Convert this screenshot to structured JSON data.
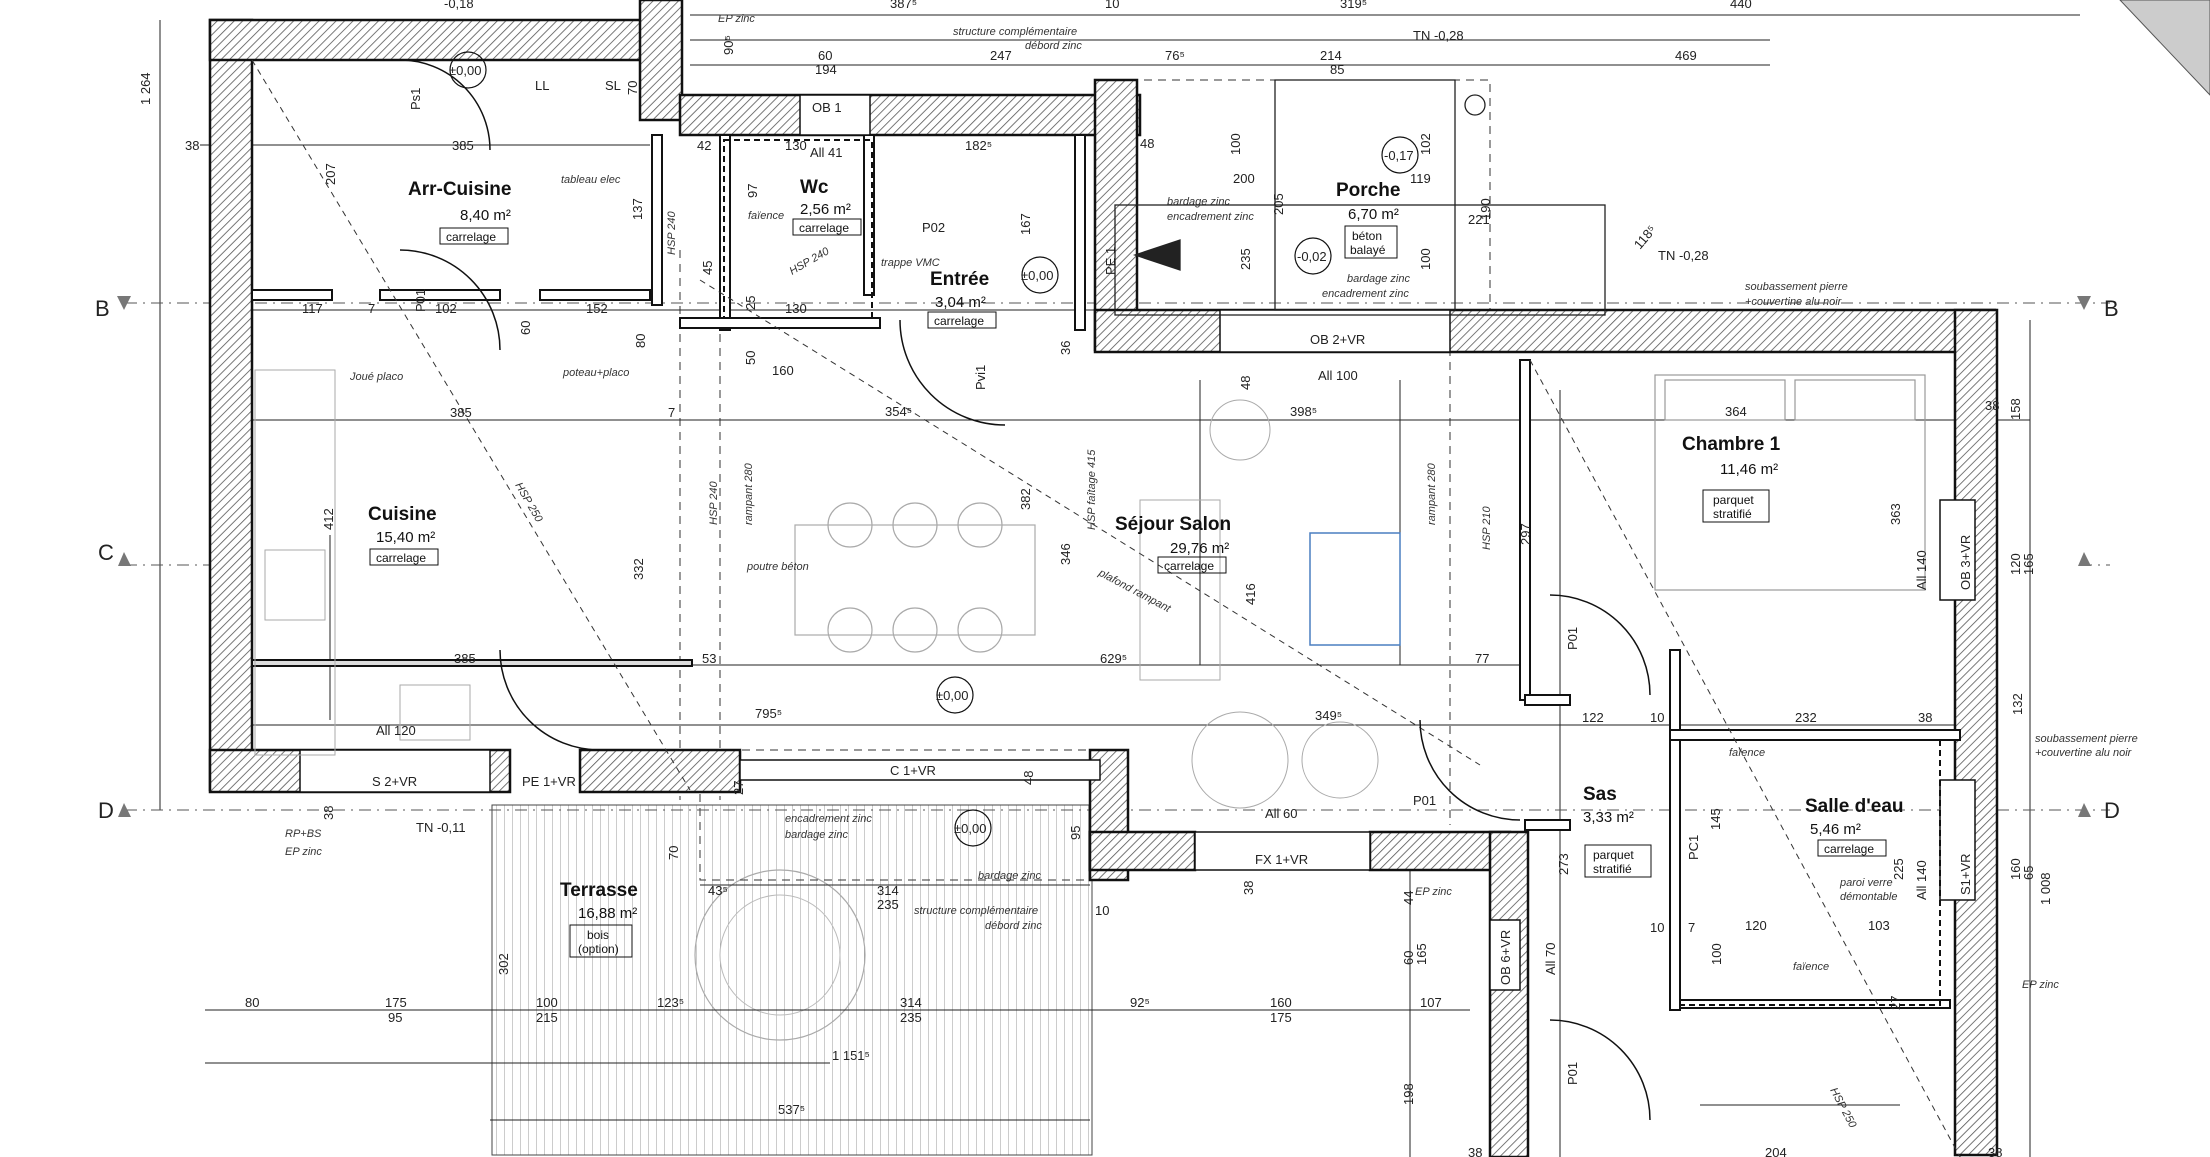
{
  "axes": [
    "B",
    "C",
    "D"
  ],
  "rooms": {
    "arr_cuisine": {
      "name": "Arr-Cuisine",
      "area": "8,40 m²",
      "floor": "carrelage"
    },
    "wc": {
      "name": "Wc",
      "area": "2,56 m²",
      "floor": "carrelage"
    },
    "entree": {
      "name": "Entrée",
      "area": "3,04 m²",
      "floor": "carrelage"
    },
    "porche": {
      "name": "Porche",
      "area": "6,70 m²",
      "floor_l1": "béton",
      "floor_l2": "balayé"
    },
    "cuisine": {
      "name": "Cuisine",
      "area": "15,40 m²",
      "floor": "carrelage"
    },
    "sejour": {
      "name": "Séjour Salon",
      "area": "29,76 m²",
      "floor": "carrelage"
    },
    "chambre": {
      "name": "Chambre 1",
      "area": "11,46 m²",
      "floor_l1": "parquet",
      "floor_l2": "stratifié"
    },
    "sas": {
      "name": "Sas",
      "area": "3,33 m²",
      "floor_l1": "parquet",
      "floor_l2": "stratifié"
    },
    "sdb": {
      "name": "Salle d'eau",
      "area": "5,46 m²",
      "floor": "carrelage"
    },
    "terrasse": {
      "name": "Terrasse",
      "area": "16,88 m²",
      "floor_l1": "bois",
      "floor_l2": "(option)"
    }
  },
  "levels": {
    "l0": "±0,00",
    "l1": "±0,00",
    "l2": "±0,00",
    "l3": "±0,00",
    "l4": "-0,17",
    "l5": "-0,02",
    "l6": "-0,18",
    "tn1": "TN -0,28",
    "tn2": "TN -0,28",
    "tn3": "TN -0,11"
  },
  "openings": {
    "ob1": "OB 1",
    "ob2vr": "OB 2+VR",
    "all100": "All 100",
    "all120": "All 120",
    "s2vr": "S 2+VR",
    "pe1vr": "PE 1+VR",
    "c1vr": "C 1+VR",
    "fx1vr": "FX 1+VR",
    "all60": "All 60",
    "ob3vr": "OB 3+VR",
    "all140a": "All 140",
    "all140b": "All 140",
    "s1vr": "S1+VR",
    "ob6vr": "OB 6+VR",
    "all70": "All 70",
    "all41": "All 41",
    "pe1": "PE 1",
    "pvi1": "Pvi1",
    "p01a": "P01",
    "p01b": "P01",
    "p01c": "P01",
    "p01d": "P01",
    "p02": "P02",
    "pc1": "PC1",
    "ps1": "Ps1",
    "ll": "LL",
    "sl": "SL"
  },
  "notes": {
    "ep_zinc1": "EP zinc",
    "ep_zinc2": "EP zinc",
    "ep_zinc3": "EP zinc",
    "ep_zinc4": "EP zinc",
    "struct1": "structure complémentaire",
    "debord1": "débord zinc",
    "struct2": "structure complémentaire",
    "debord2": "débord zinc",
    "bardage1": "bardage zinc",
    "encad1": "encadrement zinc",
    "bardage2": "bardage zinc",
    "encad2": "encadrement zinc",
    "encad3": "encadrement zinc",
    "bardage3": "bardage zinc",
    "bardage4": "bardage zinc",
    "soub1": "soubassement pierre",
    "couv1": "+couvertine alu noir",
    "soub2": "soubassement pierre",
    "couv2": "+couvertine alu noir",
    "tableau": "tableau elec",
    "faience1": "faïence",
    "faience2": "faïence",
    "faience3": "faïence",
    "trappe": "trappe VMC",
    "joue": "Joué placo",
    "poteau": "poteau+placo",
    "poutre": "poutre béton",
    "plafond": "plafond rampant",
    "rampant1": "rampant 280",
    "rampant2": "rampant 280",
    "hsp240a": "HSP 240",
    "hsp240b": "HSP 240",
    "hsp240c": "HSP 240",
    "hsp250a": "HSP 250",
    "hsp250b": "HSP 250",
    "hsp_faitage": "HSP faîtage 415",
    "hsp210": "HSP 210",
    "paroi1": "paroi verre",
    "paroi2": "démontable",
    "rpbs": "RP+BS"
  },
  "dimensions": {
    "d1": "387⁵",
    "d2": "319⁵",
    "d3": "440",
    "d4": "10",
    "d5": "90⁵",
    "d6": "60",
    "d7": "194",
    "d8": "247",
    "d9": "76⁵",
    "d10": "214",
    "d11": "85",
    "d12": "469",
    "d13": "1 264",
    "d14": "38",
    "d15": "385",
    "d16": "207",
    "d17": "42",
    "d18": "130",
    "d19": "182⁵",
    "d20": "48",
    "d21": "100",
    "d22": "102",
    "d23": "200",
    "d24": "119",
    "d25": "205",
    "d26": "221",
    "d27": "190",
    "d28": "137",
    "d29": "97",
    "d30": "167",
    "d31": "235",
    "d32": "100",
    "d33": "118⁵",
    "d34": "117",
    "d35": "7",
    "d36": "102",
    "d37": "152",
    "d38": "45",
    "d39": "25",
    "d40": "130",
    "d41": "60",
    "d42": "80",
    "d43": "50",
    "d44": "160",
    "d45": "36",
    "d46": "48",
    "d47": "354⁵",
    "d48": "398⁵",
    "d49": "364",
    "d50": "38",
    "d51": "158",
    "d52": "385",
    "d53": "7",
    "d54": "412",
    "d55": "332",
    "d56": "382",
    "d57": "346",
    "d58": "416",
    "d59": "297",
    "d60": "363",
    "d61": "120",
    "d62": "165",
    "d63": "385",
    "d64": "53",
    "d65": "629⁵",
    "d66": "77",
    "d67": "795⁵",
    "d68": "349⁵",
    "d69": "122",
    "d70": "232",
    "d71": "132",
    "d72": "38",
    "d73": "38",
    "d74": "70",
    "d75": "48",
    "d76": "95",
    "d77": "43⁵",
    "d78": "314",
    "d79": "235",
    "d80": "10",
    "d81": "38",
    "d82": "44",
    "d83": "60",
    "d84": "165",
    "d85": "273",
    "d86": "145",
    "d87": "225",
    "d88": "100",
    "d89": "120",
    "d90": "103",
    "d91": "160",
    "d92": "65",
    "d93": "1 008",
    "d94": "302",
    "d95": "80",
    "d96": "175",
    "d97": "95",
    "d98": "100",
    "d99": "215",
    "d100": "123⁵",
    "d101": "314",
    "d102": "235",
    "d103": "92⁵",
    "d104": "160",
    "d105": "175",
    "d106": "107",
    "d107": "1 151⁵",
    "d108": "537⁵",
    "d109": "198",
    "d110": "38",
    "d111": "38",
    "d112": "27",
    "d113": "204",
    "d114": "10",
    "d115": "7",
    "d116": "10",
    "d117": "27",
    "d118": "70"
  }
}
